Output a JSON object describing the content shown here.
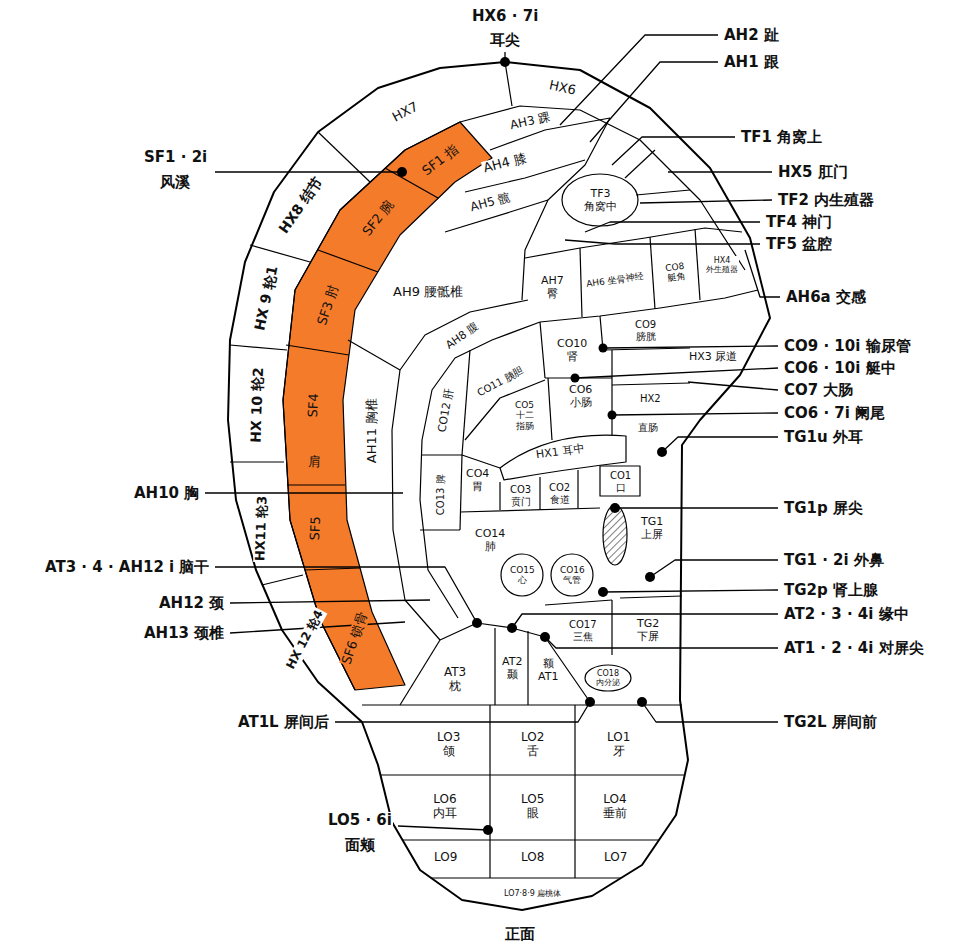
{
  "diagram": {
    "caption": "正面",
    "nodes": [
      {
        "text": [
          "HX7"
        ]
      },
      {
        "text": [
          "HX6"
        ]
      },
      {
        "text": [
          "AH3 踝"
        ]
      },
      {
        "text": [
          "AH4 膝"
        ]
      },
      {
        "text": [
          "AH5 髋"
        ]
      },
      {
        "text": [
          "TF3",
          "角窝中"
        ]
      },
      {
        "text": [
          "AH9 腰骶椎"
        ]
      },
      {
        "text": [
          "AH7",
          "臀"
        ]
      },
      {
        "text": [
          "AH6 坐骨神经"
        ]
      },
      {
        "text": [
          "CO8",
          "艇角"
        ]
      },
      {
        "text": [
          "HX4",
          "外生殖器"
        ]
      },
      {
        "text": [
          "HX8 结节"
        ]
      },
      {
        "text": [
          "SF1 指"
        ]
      },
      {
        "text": [
          "SF2 腕"
        ]
      },
      {
        "text": [
          "HX 9 轮1"
        ]
      },
      {
        "text": [
          "SF3 肘"
        ]
      },
      {
        "text": [
          "HX 10 轮2"
        ]
      },
      {
        "text": [
          "SF4"
        ]
      },
      {
        "text": [
          "SF5"
        ]
      },
      {
        "text": [
          "HX11 轮3"
        ]
      },
      {
        "text": [
          "SF6 锁骨"
        ]
      },
      {
        "text": [
          "HX 12 轮4"
        ]
      },
      {
        "text": [
          "AH11 胸椎"
        ]
      },
      {
        "text": [
          "AH8 腹"
        ]
      },
      {
        "text": [
          "CO12 肝"
        ]
      },
      {
        "text": [
          "CO11 胰胆"
        ]
      },
      {
        "text": [
          "CO10",
          "肾"
        ]
      },
      {
        "text": [
          "CO9",
          "膀胱"
        ]
      },
      {
        "text": [
          "CO5",
          "十二指肠"
        ]
      },
      {
        "text": [
          "CO6",
          "小肠"
        ]
      },
      {
        "text": [
          "HX2"
        ]
      },
      {
        "text": [
          "直肠"
        ]
      },
      {
        "text": [
          "HX1 耳中"
        ]
      },
      {
        "text": [
          "CO1",
          "口"
        ]
      },
      {
        "text": [
          "CO2",
          "食道"
        ]
      },
      {
        "text": [
          "CO3",
          "贲门"
        ]
      },
      {
        "text": [
          "CO4",
          "胃"
        ]
      },
      {
        "text": [
          "CO13 脾"
        ]
      },
      {
        "text": [
          "CO14",
          "肺"
        ]
      },
      {
        "text": [
          "CO15",
          "心"
        ]
      },
      {
        "text": [
          "CO16",
          "气管"
        ]
      },
      {
        "text": [
          "CO17",
          "三焦"
        ]
      },
      {
        "text": [
          "CO18",
          "内分泌"
        ]
      },
      {
        "text": [
          "TG1",
          "上屏"
        ]
      },
      {
        "text": [
          "TG2",
          "下屏"
        ]
      },
      {
        "text": [
          "AT3",
          "枕"
        ]
      },
      {
        "text": [
          "AT2",
          "颞"
        ]
      },
      {
        "text": [
          "额",
          "AT1"
        ]
      },
      {
        "text": [
          "LO3",
          "颌"
        ]
      },
      {
        "text": [
          "LO2",
          "舌"
        ]
      },
      {
        "text": [
          "LO1",
          "牙"
        ]
      },
      {
        "text": [
          "LO6",
          "内耳"
        ]
      },
      {
        "text": [
          "LO5",
          "眼"
        ]
      },
      {
        "text": [
          "LO4",
          "垂前"
        ]
      },
      {
        "text": [
          "LO9"
        ]
      },
      {
        "text": [
          "LO8"
        ]
      },
      {
        "text": [
          "LO7"
        ]
      }
    ],
    "labels": [
      "HX6 · 7i",
      "耳尖",
      "AH2 趾",
      "AH1 跟",
      "TF1 角窝上",
      "HX5 肛门",
      "TF2 内生殖器",
      "TF4 神门",
      "TF5 盆腔",
      "AH6a 交感",
      "CO9 · 10i 输尿管",
      "CO6 · 10i 艇中",
      "CO7 大肠",
      "CO6 · 7i 阑尾",
      "HX3 尿道",
      "TG1u 外耳",
      "TG1p 屏尖",
      "TG1 · 2i 外鼻",
      "TG2p 肾上腺",
      "AT2 · 3 · 4i 缘中",
      "AT1 · 2 · 4i 对屏尖",
      "TG2L 屏间前",
      "AT1L 屏间后",
      "LO5 · 6i",
      "面颊",
      "SF1 · 2i",
      "风溪",
      "AH10 胸",
      "AT3 · 4 · AH12 i 脑干",
      "AH12 颈",
      "AH13 颈椎",
      "肩",
      "LO7·8·9 扁桃体"
    ]
  }
}
